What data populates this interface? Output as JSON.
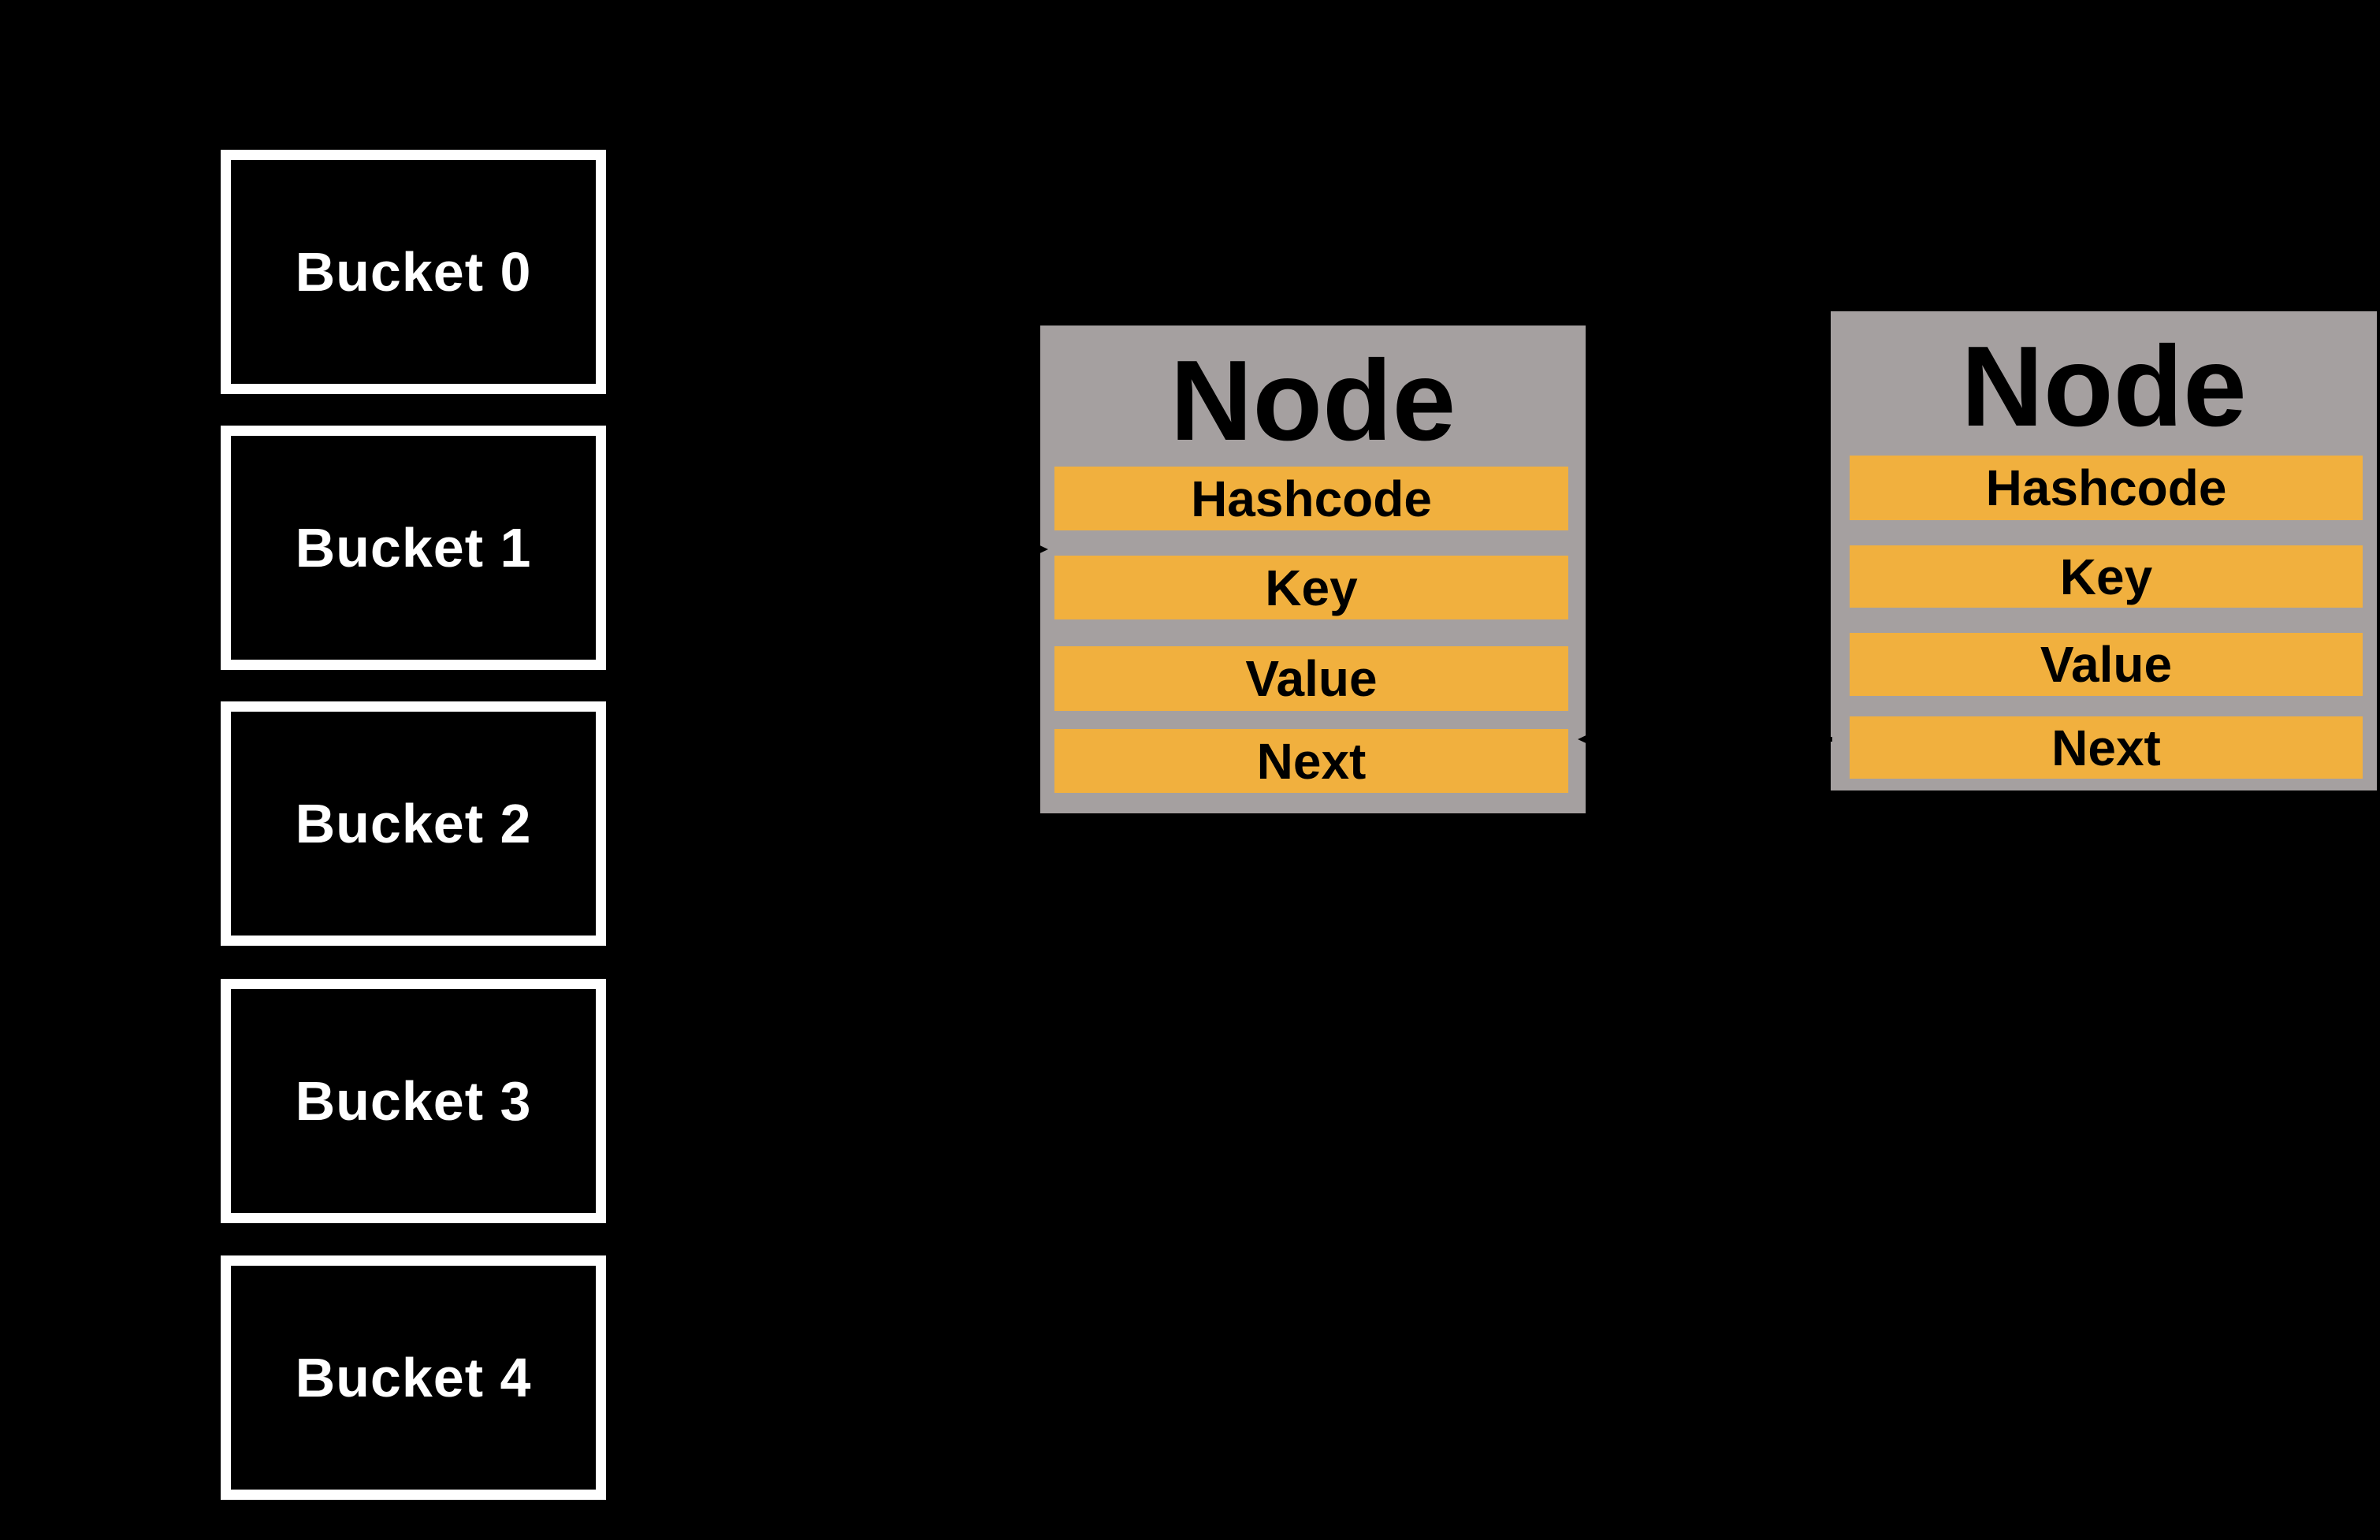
{
  "colors": {
    "background": "#000000",
    "bucket_border": "#ffffff",
    "bucket_text": "#ffffff",
    "node_box": "#a5a0a0",
    "node_row": "#f1b03e",
    "node_text": "#000000",
    "arrow": "#000000"
  },
  "buckets": [
    {
      "label": "Bucket 0"
    },
    {
      "label": "Bucket 1"
    },
    {
      "label": "Bucket 2"
    },
    {
      "label": "Bucket 3"
    },
    {
      "label": "Bucket 4"
    }
  ],
  "nodes": [
    {
      "title": "Node",
      "rows": [
        {
          "label": "Hashcode"
        },
        {
          "label": "Key"
        },
        {
          "label": "Value"
        },
        {
          "label": "Next"
        }
      ]
    },
    {
      "title": "Node",
      "rows": [
        {
          "label": "Hashcode"
        },
        {
          "label": "Key"
        },
        {
          "label": "Value"
        },
        {
          "label": "Next"
        }
      ]
    }
  ],
  "arrows": [
    {
      "name": "bucket1-to-node1",
      "direction": "right"
    },
    {
      "name": "node2-side-to-node1-next",
      "direction": "left"
    }
  ]
}
